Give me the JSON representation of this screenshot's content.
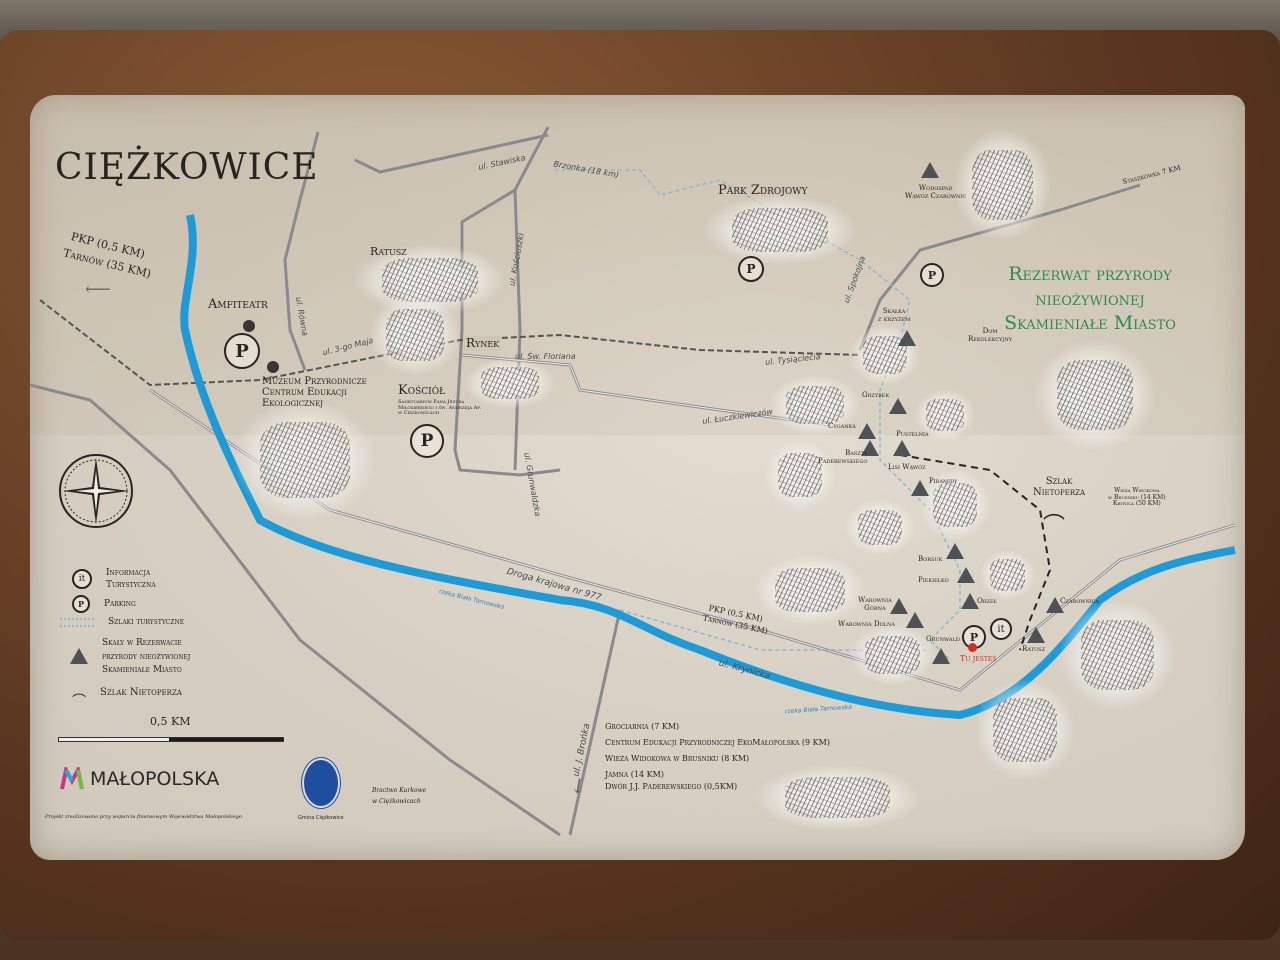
{
  "title": "Ciężkowice",
  "directions_left": {
    "pkp": "PKP (0,5 KM)",
    "tarnow": "Tarnów (35 KM)"
  },
  "directions_bottom": {
    "pkp": "PKP (0,5 KM)",
    "tarnow": "Tarnów (35 KM)"
  },
  "directions_right": {
    "staszkowka": "Staszkówka 7 KM",
    "wieza": "Wieża Widokowa",
    "wieza2": "w Brusniku (14 KM)",
    "krynica": "Krynica (50 KM)"
  },
  "streets": {
    "stawiska": "ul. Stawiska",
    "brzonka": "Brzonka (18 km)",
    "rowna": "ul. Równa",
    "trzeciego_maja": "ul. 3-go Maja",
    "kosciuszki": "ul. Kościuszki",
    "floriana": "ul. Św. Floriana",
    "tysiaclecia": "ul. Tysiąclecia",
    "luczkiewiczow": "ul. Łuczkiewiczów",
    "grunwaldzka": "ul. Grunwaldzka",
    "spokojna": "ul. Spokojna",
    "droga": "Droga krajowa nr 977",
    "krynicka": "ul. Krynicka",
    "bronka": "ul. J. Brońka"
  },
  "rivers": {
    "a": "rzeka Biała Tarnowska",
    "b": "rzeka Biała Tarnowska"
  },
  "places": {
    "ratusz": "Ratusz",
    "amfiteatr": "Amfiteatr",
    "muzeum": [
      "Muzeum Przyrodnicze",
      "Centrum Edukacji",
      "Ekologicznej"
    ],
    "kosciol": "Kościół",
    "kosciol_sub": [
      "Sanktuarium Pana Jezusa",
      "Miłosiernego i św. Andrzeja Ap.",
      "w Ciężkowicach"
    ],
    "rynek": "Rynek",
    "park": "Park Zdrojowy",
    "wodospad": [
      "Wodospad",
      "Wąwóz Czarownic"
    ],
    "dom": [
      "Dom",
      "Rekolekcyjny"
    ],
    "parking": "P",
    "info": "it",
    "tu_jestes": "Tu jesteś"
  },
  "reserve_title": [
    "Rezerwat przyrody",
    "nieożywionej",
    "Skamieniałe Miasto"
  ],
  "rocks": {
    "skalka": [
      "Skałka",
      "z krzyżem"
    ],
    "grzybek": "Grzybek",
    "cyganka": "Cyganka",
    "pustelnia": "Pustelnia",
    "baszta": [
      "Baszta",
      "Paderewskiego"
    ],
    "lisi": "Lisi Wąwóz",
    "piramidy": "Piramidy",
    "borsuk": "Borsuk",
    "piekielko": "Piekiełko",
    "orzel": "Orzeł",
    "czarownica": "Czarownica",
    "warownia_gorna": [
      "Warownia",
      "Górna"
    ],
    "warownia_dolna": "Warownia Dolna",
    "grunwald": "Grunwald",
    "ratusz": "Ratusz"
  },
  "bat_trail": [
    "Szlak",
    "Nietoperza"
  ],
  "legend": {
    "info": [
      "Informacja",
      "Turystyczna"
    ],
    "parking": "Parking",
    "trails": "Szlaki turystyczne",
    "rocks": [
      "Skały w Rezerwacie",
      "przyrody nieożywionej",
      "Skamieniałe Miasto"
    ],
    "bat": "Szlak Nietoperza",
    "scale": "0,5 KM"
  },
  "attractions": [
    "Grociarnia (7 KM)",
    "Centrum Edukacji Przyrodniczej EkoMałopolska (9 KM)",
    "Wieża Widokowa w Brusniku (8 KM)",
    "Jamna (14 KM)",
    "Dwór J.J. Paderewskiego (0,5KM)"
  ],
  "footer": {
    "brand": "MAŁOPOLSKA",
    "note": "Projekt zrealizowano przy wsparciu finansowym Województwa Małopolskiego",
    "gmina": "Gmina Ciężkowice",
    "bractwo": [
      "Bractwo Kurkowe",
      "w Ciężkowicach"
    ]
  },
  "colors": {
    "river": "#1e9ad6",
    "reserve_green": "#2f8a4e",
    "wood": "#5a3620",
    "you_are_here": "#d62a2a"
  }
}
